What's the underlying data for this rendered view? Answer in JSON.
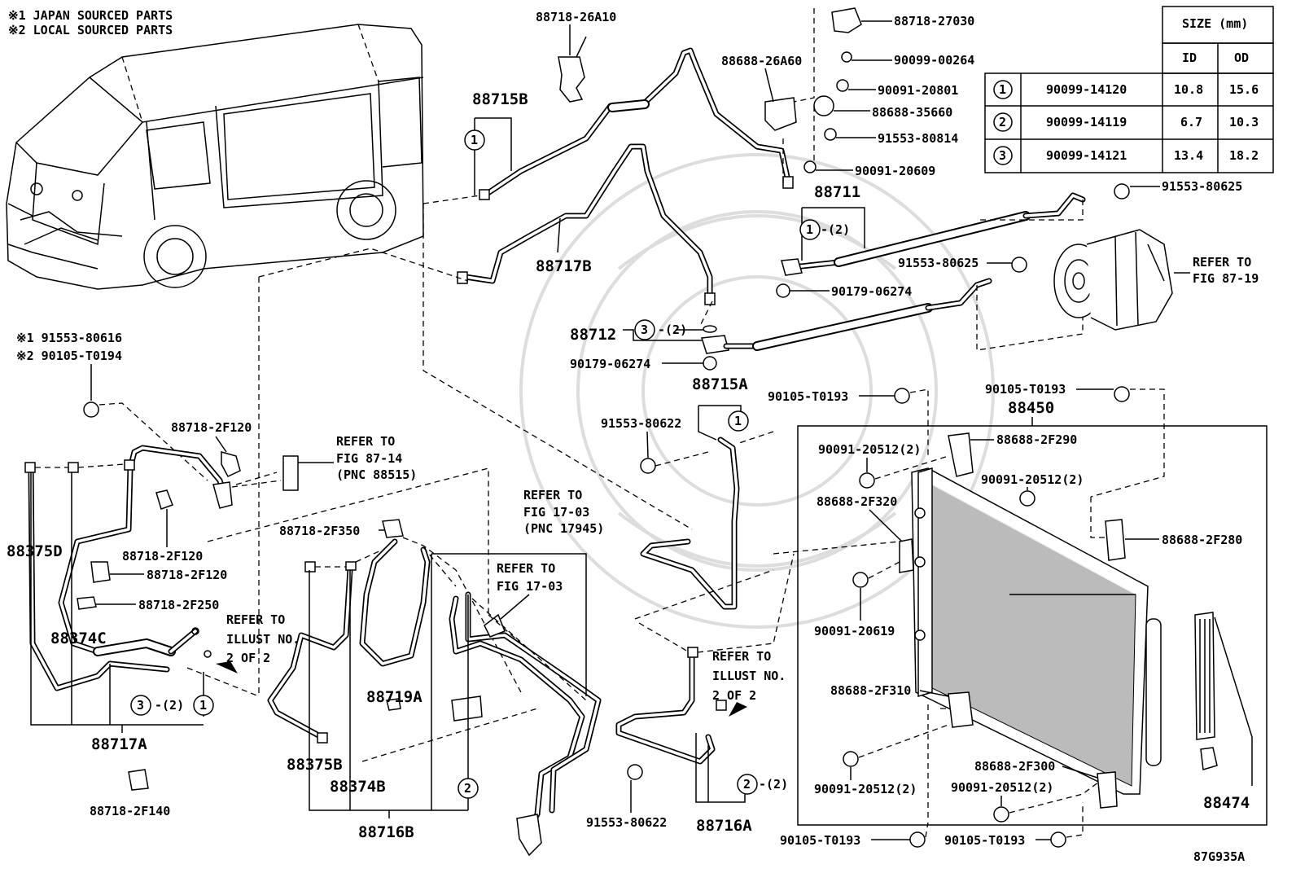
{
  "notes": {
    "japan": "※1 JAPAN SOURCED PARTS",
    "local": "※2 LOCAL SOURCED PARTS"
  },
  "size_table": {
    "header": "SIZE (mm)",
    "col_id": "ID",
    "col_od": "OD",
    "rows": [
      {
        "mark": "1",
        "part": "90099-14120",
        "id": "10.8",
        "od": "15.6"
      },
      {
        "mark": "2",
        "part": "90099-14119",
        "id": "6.7",
        "od": "10.3"
      },
      {
        "mark": "3",
        "part": "90099-14121",
        "id": "13.4",
        "od": "18.2"
      }
    ]
  },
  "labels": {
    "p88718_26A10": "88718-26A10",
    "p88715B": "88715B",
    "p88717B": "88717B",
    "p88718_27030": "88718-27030",
    "p88688_26A60": "88688-26A60",
    "p90099_00264": "90099-00264",
    "p90091_20801": "90091-20801",
    "p88688_35660": "88688-35660",
    "p91553_80814": "91553-80814",
    "p90091_20609": "90091-20609",
    "p88711": "88711",
    "p91553_80625a": "91553-80625",
    "p91553_80625b": "91553-80625",
    "p90179_06274a": "90179-06274",
    "p88712": "88712",
    "p90179_06274b": "90179-06274",
    "p88715A": "88715A",
    "p91553_80616": "※1 91553-80616",
    "p90105_T0194": "※2 90105-T0194",
    "p88718_2F120a": "88718-2F120",
    "p88718_2F120b": "88718-2F120",
    "p88718_2F120c": "88718-2F120",
    "p88718_2F250": "88718-2F250",
    "p88375D": "88375D",
    "p88374C": "88374C",
    "p88717A": "88717A",
    "p88718_2F140": "88718-2F140",
    "p88718_2F350": "88718-2F350",
    "p88719A": "88719A",
    "p88375B": "88375B",
    "p88374B": "88374B",
    "p88716B": "88716B",
    "p91553_80622a": "91553-80622",
    "p91553_80622b": "91553-80622",
    "p88716A": "88716A",
    "p90105_T0193a": "90105-T0193",
    "p90105_T0193b": "90105-T0193",
    "p90105_T0193c": "90105-T0193",
    "p90105_T0193d": "90105-T0193",
    "p88450": "88450",
    "p88688_2F290": "88688-2F290",
    "p90091_20512a": "90091-20512(2)",
    "p90091_20512b": "90091-20512(2)",
    "p90091_20512c": "90091-20512(2)",
    "p90091_20512d": "90091-20512(2)",
    "p88688_2F320": "88688-2F320",
    "p88688_2F280": "88688-2F280",
    "p90091_20619": "90091-20619",
    "p88688_2F310": "88688-2F310",
    "p88688_2F300": "88688-2F300",
    "p88474": "88474",
    "code": "87G935A"
  },
  "refs": {
    "fig87_19": [
      "REFER TO",
      "FIG 87-19"
    ],
    "fig87_14": [
      "REFER TO",
      "FIG 87-14",
      "(PNC 88515)"
    ],
    "fig17_03a": [
      "REFER TO",
      "FIG 17-03",
      "(PNC 17945)"
    ],
    "fig17_03b": [
      "REFER TO",
      "FIG 17-03"
    ],
    "illust_a": [
      "REFER TO",
      "ILLUST NO.",
      "2 OF 2"
    ],
    "illust_b": [
      "REFER TO",
      "ILLUST NO.",
      "2 OF 2"
    ]
  },
  "callouts": {
    "one": "1",
    "two": "2",
    "three": "3",
    "qty2": "-(2)"
  }
}
